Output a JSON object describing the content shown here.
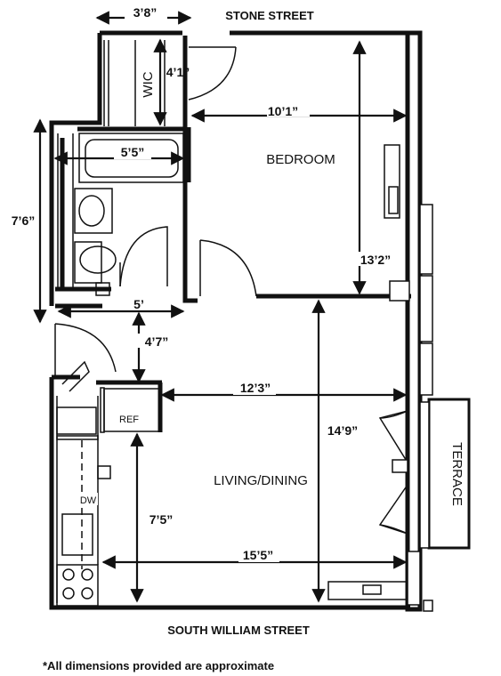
{
  "streets": {
    "north": "STONE STREET",
    "south": "SOUTH WILLIAM STREET"
  },
  "rooms": {
    "bedroom": "BEDROOM",
    "living_dining": "LIVING/DINING",
    "terrace": "TERRACE",
    "wic": "WIC",
    "ref": "REF",
    "dw": "DW"
  },
  "dimensions": {
    "wic_width": "3’8”",
    "wic_depth": "4’1”",
    "bedroom_width": "10’1”",
    "bath_width": "5’5”",
    "bath_depth": "7’6”",
    "bedroom_depth": "13’2”",
    "hall_width": "5’",
    "hall_depth": "4’7”",
    "living_width_upper": "12’3”",
    "living_depth": "14’9”",
    "kitchen_depth": "7’5”",
    "living_width_lower": "15’5”"
  },
  "footnote": "*All dimensions provided are approximate"
}
